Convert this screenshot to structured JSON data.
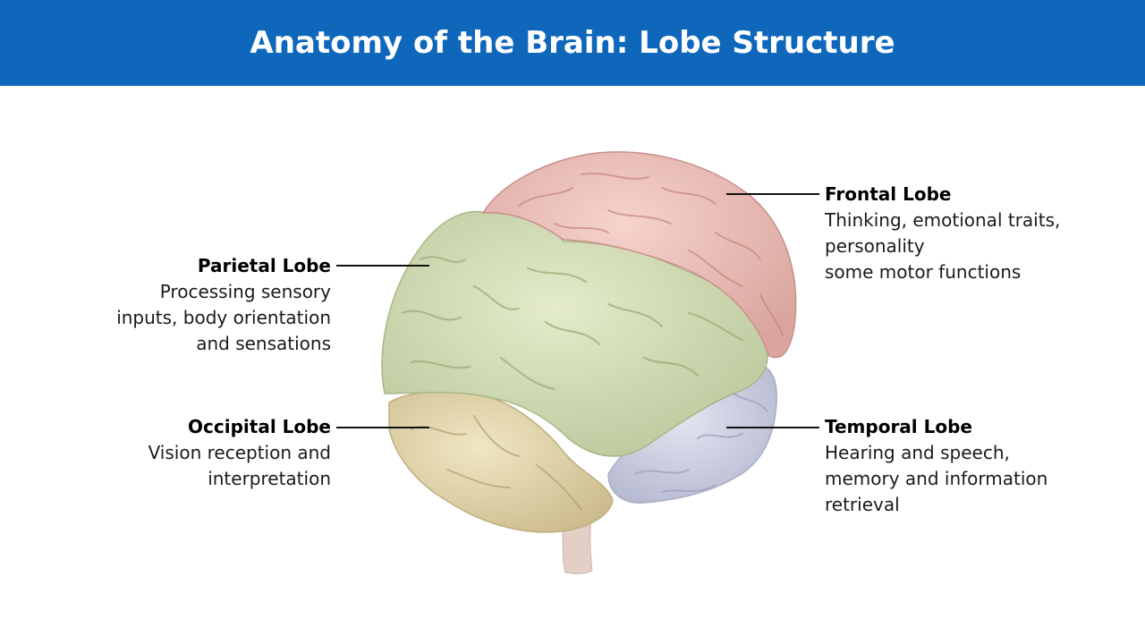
{
  "title": "Anatomy of the Brain: Lobe Structure",
  "colors": {
    "header": "#0f67bb",
    "frontal": "#efc3bd",
    "parietal": "#d8e3bd",
    "occipital": "#e8dcb2",
    "temporal": "#d3d6e8",
    "stem": "#e8d6cf"
  },
  "labels": {
    "frontal": {
      "title": "Frontal Lobe",
      "desc": "Thinking, emotional traits,\npersonality\nsome motor functions"
    },
    "parietal": {
      "title": "Parietal Lobe",
      "desc": "Processing sensory\ninputs, body orientation\nand sensations"
    },
    "occipital": {
      "title": "Occipital Lobe",
      "desc": "Vision reception and\ninterpretation"
    },
    "temporal": {
      "title": "Temporal Lobe",
      "desc": "Hearing and speech,\nmemory and information\nretrieval"
    }
  }
}
